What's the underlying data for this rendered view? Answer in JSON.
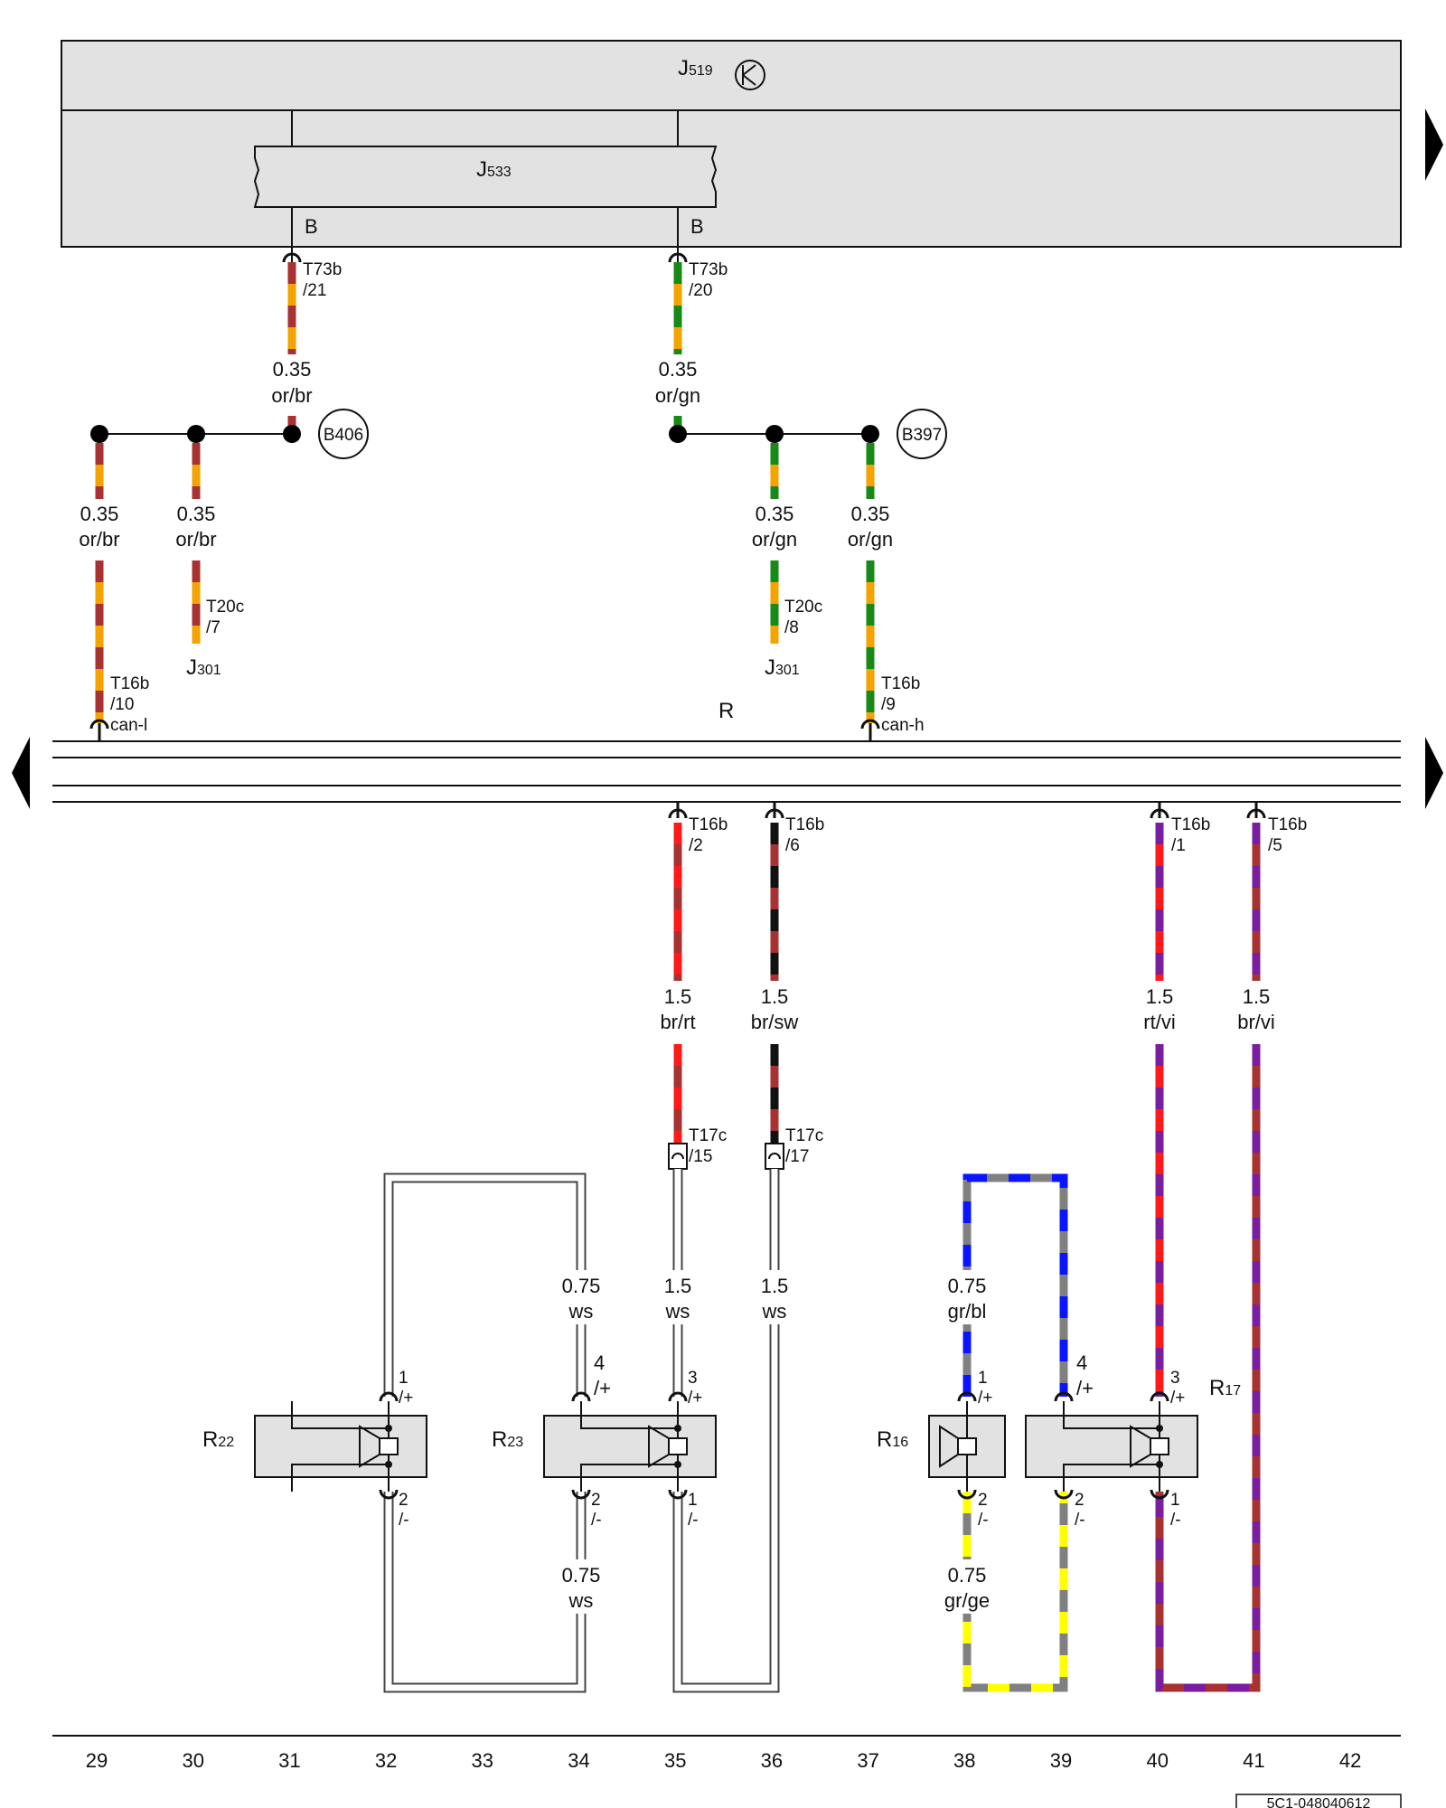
{
  "colors": {
    "or": "#f5a300",
    "br": "#a83232",
    "gn": "#178a17",
    "rt": "#ff1a1a",
    "sw": "#111111",
    "vi": "#7a1ea0",
    "gr": "#808080",
    "bl": "#0a14ff",
    "ge": "#ffff00",
    "ws": "#ffffff"
  },
  "components": {
    "J519": {
      "main": "J",
      "sub": "519",
      "icon": "transistor-icon"
    },
    "J533": {
      "main": "J",
      "sub": "533"
    },
    "J301_left": {
      "main": "J",
      "sub": "301"
    },
    "J301_right": {
      "main": "J",
      "sub": "301"
    },
    "R": "R",
    "R22": {
      "main": "R",
      "sub": "22"
    },
    "R23": {
      "main": "R",
      "sub": "23"
    },
    "R16": {
      "main": "R",
      "sub": "16"
    },
    "R17": {
      "main": "R",
      "sub": "17"
    }
  },
  "bus_labels": {
    "left": "B",
    "right": "B"
  },
  "splices": {
    "B406": "B406",
    "B397": "B397"
  },
  "connectors": {
    "t73b_21": [
      "T73b",
      "/21"
    ],
    "t73b_20": [
      "T73b",
      "/20"
    ],
    "t20c_7": [
      "T20c",
      "/7"
    ],
    "t20c_8": [
      "T20c",
      "/8"
    ],
    "t16b_10": [
      "T16b",
      "/10",
      "can-l"
    ],
    "t16b_9": [
      "T16b",
      "/9",
      "can-h"
    ],
    "t16b_2": [
      "T16b",
      "/2"
    ],
    "t16b_6": [
      "T16b",
      "/6"
    ],
    "t16b_1": [
      "T16b",
      "/1"
    ],
    "t16b_5": [
      "T16b",
      "/5"
    ],
    "t17c_15": [
      "T17c",
      "/15"
    ],
    "t17c_17": [
      "T17c",
      "/17"
    ]
  },
  "wire_labels": {
    "w_orbr_top": [
      "0.35",
      "or/br"
    ],
    "w_organ_top": [
      "0.35",
      "or/gn"
    ],
    "w_orbr_a": [
      "0.35",
      "or/br"
    ],
    "w_orbr_b": [
      "0.35",
      "or/br"
    ],
    "w_organ_a": [
      "0.35",
      "or/gn"
    ],
    "w_organ_b": [
      "0.35",
      "or/gn"
    ],
    "w_brrt": [
      "1.5",
      "br/rt"
    ],
    "w_brsw": [
      "1.5",
      "br/sw"
    ],
    "w_rtvi": [
      "1.5",
      "rt/vi"
    ],
    "w_brvi": [
      "1.5",
      "br/vi"
    ],
    "w_ws_a": [
      "0.75",
      "ws"
    ],
    "w_ws_b": [
      "1.5",
      "ws"
    ],
    "w_ws_c": [
      "1.5",
      "ws"
    ],
    "w_ws_d": [
      "0.75",
      "ws"
    ],
    "w_grbl": [
      "0.75",
      "gr/bl"
    ],
    "w_grge": [
      "0.75",
      "gr/ge"
    ]
  },
  "pins": {
    "r22_1": [
      "1",
      "/+"
    ],
    "r22_2": [
      "2",
      "/-"
    ],
    "r23_4": [
      "4",
      "/+"
    ],
    "r23_3": [
      "3",
      "/+"
    ],
    "r23_2": [
      "2",
      "/-"
    ],
    "r23_1": [
      "1",
      "/-"
    ],
    "r16_1": [
      "1",
      "/+"
    ],
    "r16_2": [
      "2",
      "/-"
    ],
    "r17_4": [
      "4",
      "/+"
    ],
    "r17_3": [
      "3",
      "/+"
    ],
    "r17_2": [
      "2",
      "/-"
    ],
    "r17_1": [
      "1",
      "/-"
    ]
  },
  "axis_numbers": [
    "29",
    "30",
    "31",
    "32",
    "33",
    "34",
    "35",
    "36",
    "37",
    "38",
    "39",
    "40",
    "41",
    "42"
  ],
  "diagram_code": "5C1-048040612"
}
